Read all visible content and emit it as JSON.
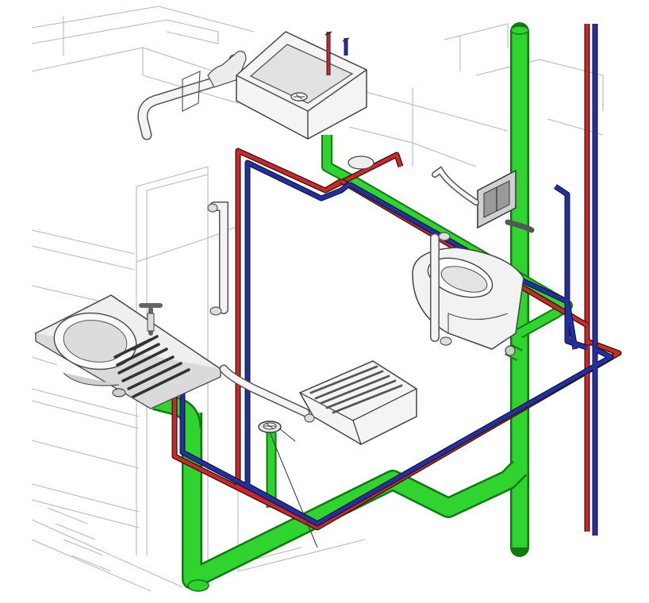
{
  "colors": {
    "drain_pipe": "#2fd42f",
    "drain_pipe_edge": "#0f7a10",
    "hot_water_pipe": "#d42424",
    "cold_water_pipe": "#1f2fb0",
    "pipe_edge": "#1a1a1a",
    "fixture_fill": "#f2f2f2",
    "architecture_line": "#b9b9b9",
    "background": "#ffffff"
  },
  "fixtures": [
    {
      "id": "washbasin",
      "icon": "washbasin-icon"
    },
    {
      "id": "kitchen-sink",
      "icon": "sink-icon"
    },
    {
      "id": "toilet",
      "icon": "toilet-icon"
    },
    {
      "id": "flush-plate",
      "icon": "flush-plate-icon"
    },
    {
      "id": "shower-seat",
      "icon": "seat-icon"
    },
    {
      "id": "floor-drain",
      "icon": "floor-drain-icon"
    },
    {
      "id": "grab-bars",
      "icon": "grab-bar-icon"
    }
  ],
  "systems": [
    "drain",
    "hot-water",
    "cold-water"
  ]
}
